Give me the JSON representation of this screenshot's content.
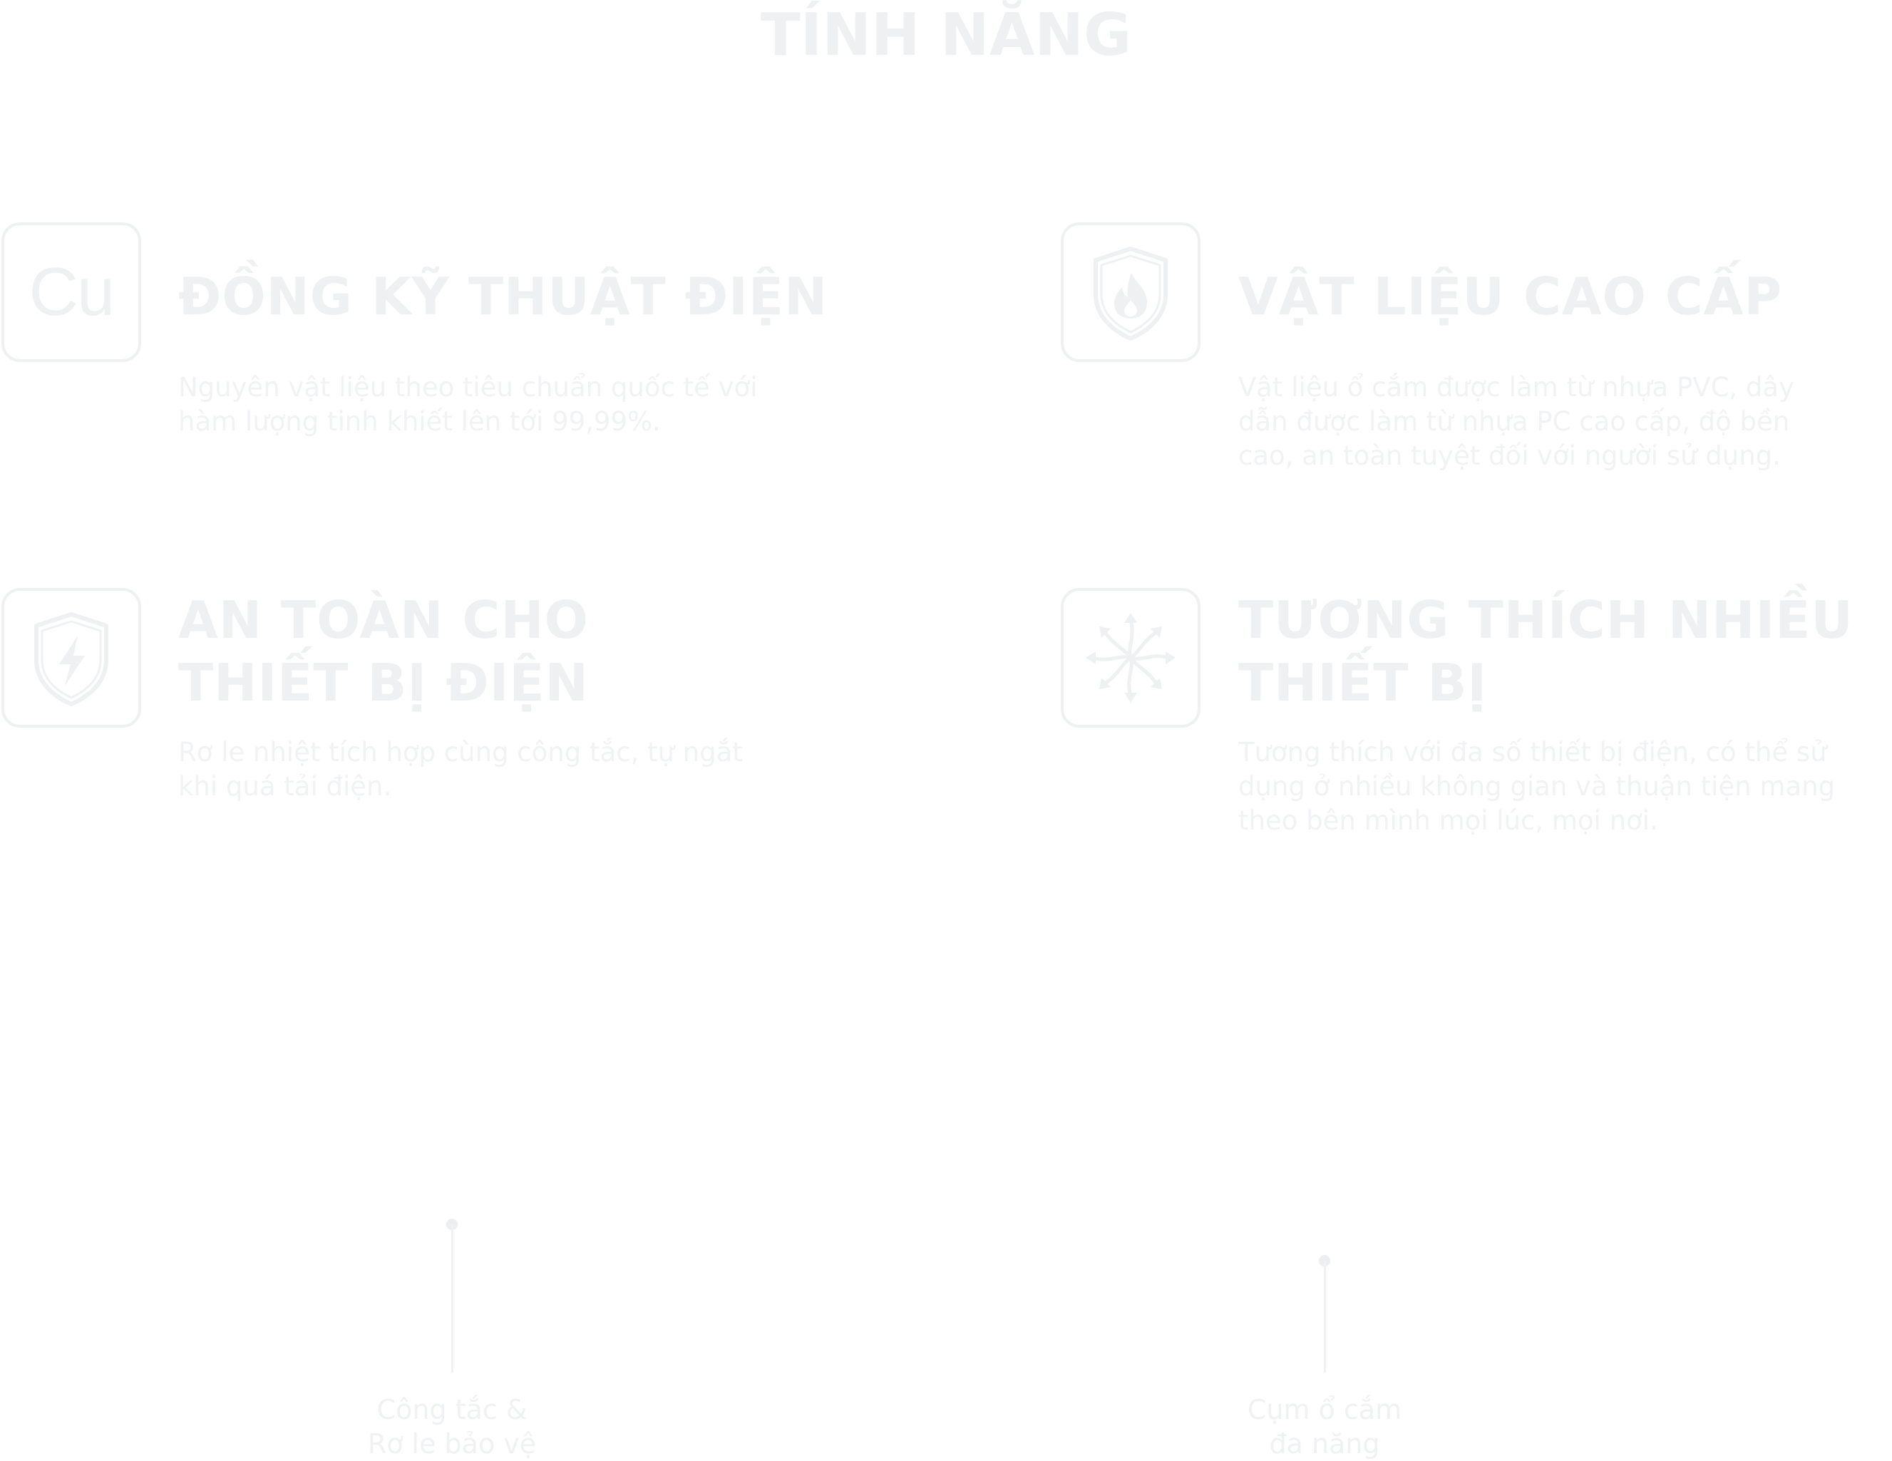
{
  "page": {
    "title": "TÍNH NĂNG"
  },
  "features": [
    {
      "icon": "copper-icon",
      "icon_text": "Cu",
      "title_lines": [
        "ĐỒNG KỸ THUẬT ĐIỆN"
      ],
      "description_lines": [
        "Nguyên vật liệu theo tiêu chuẩn quốc tế với",
        "hàm lượng tinh khiết lên tới 99,99%."
      ]
    },
    {
      "icon": "fire-shield-icon",
      "title_lines": [
        "VẬT LIỆU CAO CẤP"
      ],
      "description_lines": [
        "Vật liệu ổ cắm được làm từ nhựa PVC, dây",
        "dẫn được làm từ nhựa PC cao cấp, độ bền",
        "cao, an toàn tuyệt đối với người sử dụng."
      ]
    },
    {
      "icon": "lightning-shield-icon",
      "title_lines": [
        "AN TOÀN CHO",
        "THIẾT BỊ ĐIỆN"
      ],
      "description_lines": [
        "Rơ le nhiệt tích hợp cùng công tắc, tự ngắt",
        "khi quá tải điện."
      ]
    },
    {
      "icon": "multi-direction-icon",
      "title_lines": [
        "TƯƠNG THÍCH NHIỀU",
        "THIẾT BỊ"
      ],
      "description_lines": [
        "Tương thích với đa số thiết bị điện, có thể sử",
        "dụng ở nhiều không gian và thuận tiện mang",
        "theo bên mình mọi lúc, mọi nơi."
      ]
    }
  ],
  "markers": [
    {
      "label_lines": [
        "Công tắc &",
        "Rơ le bảo vệ"
      ]
    },
    {
      "label_lines": [
        "Cụm ổ cắm",
        "đa năng"
      ]
    }
  ],
  "colors": {
    "text": "#eef0f2",
    "background": "#ffffff"
  }
}
